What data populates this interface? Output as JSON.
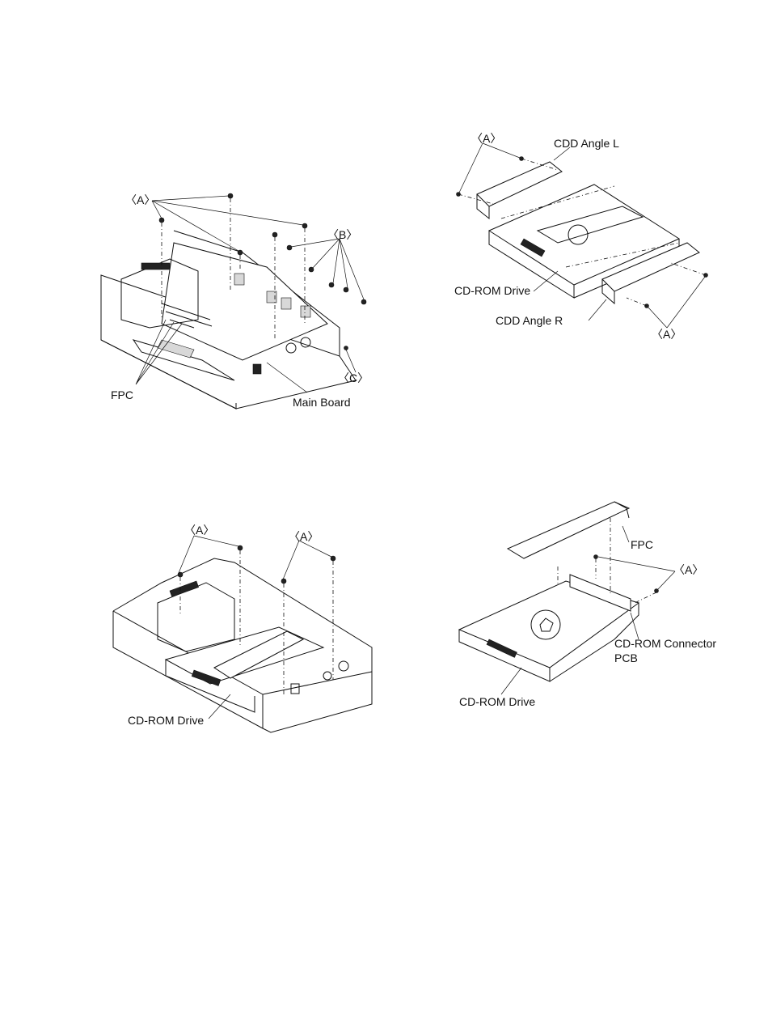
{
  "diagrams": [
    {
      "id": "main-board-removal",
      "labels": {
        "screw_a": "〈A〉",
        "screw_b": "〈B〉",
        "screw_c": "〈C〉",
        "fpc": "FPC",
        "main_board": "Main Board"
      }
    },
    {
      "id": "cdd-angle-removal",
      "labels": {
        "screw_a_top": "〈A〉",
        "cdd_angle_l": "CDD Angle L",
        "cd_rom_drive": "CD-ROM Drive",
        "cdd_angle_r": "CDD Angle R",
        "screw_a_bottom": "〈A〉"
      }
    },
    {
      "id": "cd-rom-drive-removal",
      "labels": {
        "screw_a_left": "〈A〉",
        "screw_a_right": "〈A〉",
        "cd_rom_drive": "CD-ROM Drive"
      }
    },
    {
      "id": "connector-pcb-removal",
      "labels": {
        "fpc": "FPC",
        "screw_a": "〈A〉",
        "connector_pcb_line1": "CD-ROM Connector",
        "connector_pcb_line2": "PCB",
        "cd_rom_drive": "CD-ROM Drive"
      }
    }
  ]
}
